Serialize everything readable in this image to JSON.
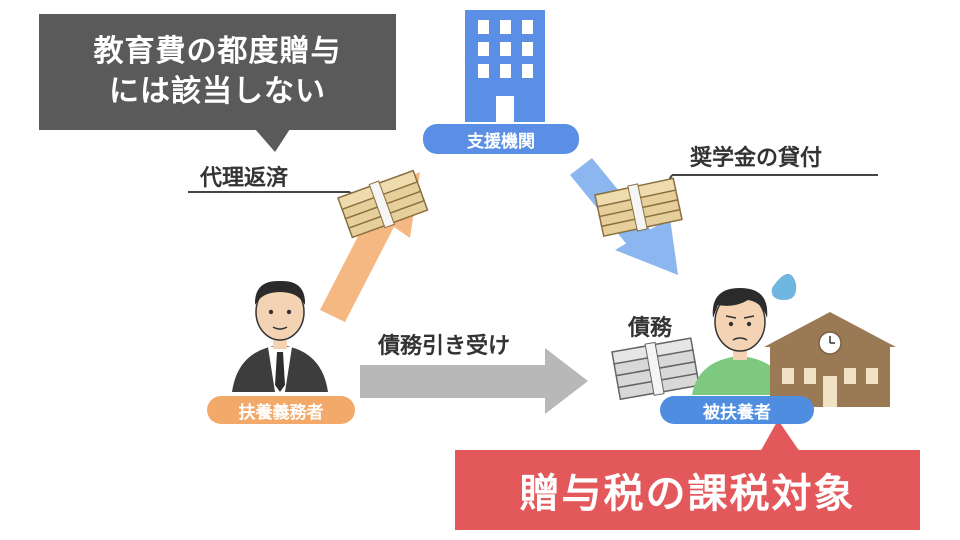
{
  "callout": {
    "line1": "教育費の都度贈与",
    "line2": "には該当しない"
  },
  "labels": {
    "proxy_payment": "代理返済",
    "scholarship_loan": "奨学金の貸付",
    "debt_assumption": "債務引き受け",
    "debt": "債務"
  },
  "badges": {
    "support_org": "支援機関",
    "supporter": "扶養義務者",
    "dependent": "被扶養者"
  },
  "result": {
    "text": "贈与税の課税対象"
  },
  "colors": {
    "callout_bg": "#5a5a5a",
    "support_org_badge": "#5b8fe6",
    "supporter_badge": "#f2a96a",
    "dependent_badge": "#4f8de0",
    "result_bg": "#e3595b",
    "arrow_orange": "#f5b882",
    "arrow_blue": "#8cb6f0",
    "arrow_gray": "#b8b8b8",
    "building_blue": "#5b8fe6",
    "school_brown": "#9a7a55"
  }
}
